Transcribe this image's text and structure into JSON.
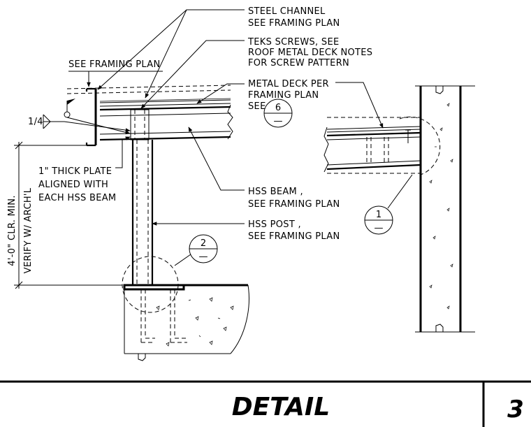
{
  "notes": {
    "steel_channel": [
      "STEEL CHANNEL",
      "SEE FRAMING PLAN"
    ],
    "teks_screws": [
      "TEKS SCREWS, SEE",
      "ROOF METAL DECK NOTES",
      "FOR SCREW PATTERN"
    ],
    "metal_deck": [
      "METAL DECK PER",
      "FRAMING PLAN",
      "SEE"
    ],
    "see_framing_plan": "SEE FRAMING PLAN",
    "weld_size": "1/4",
    "plate": [
      "1\" THICK PLATE",
      "ALIGNED WITH",
      "EACH HSS BEAM"
    ],
    "hss_beam": [
      "HSS BEAM ,",
      "SEE FRAMING PLAN"
    ],
    "hss_post": [
      "HSS POST ,",
      "SEE FRAMING PLAN"
    ],
    "clearance": [
      "4'-0\" CLR. MIN.",
      "VERIFY W/ ARCH'L"
    ]
  },
  "tags": {
    "six": {
      "top": "6",
      "bottom": "—"
    },
    "one": {
      "top": "1",
      "bottom": "—"
    },
    "two": {
      "top": "2",
      "bottom": "—"
    }
  },
  "title_block": {
    "title": "DETAIL",
    "sheet_number": "3"
  }
}
